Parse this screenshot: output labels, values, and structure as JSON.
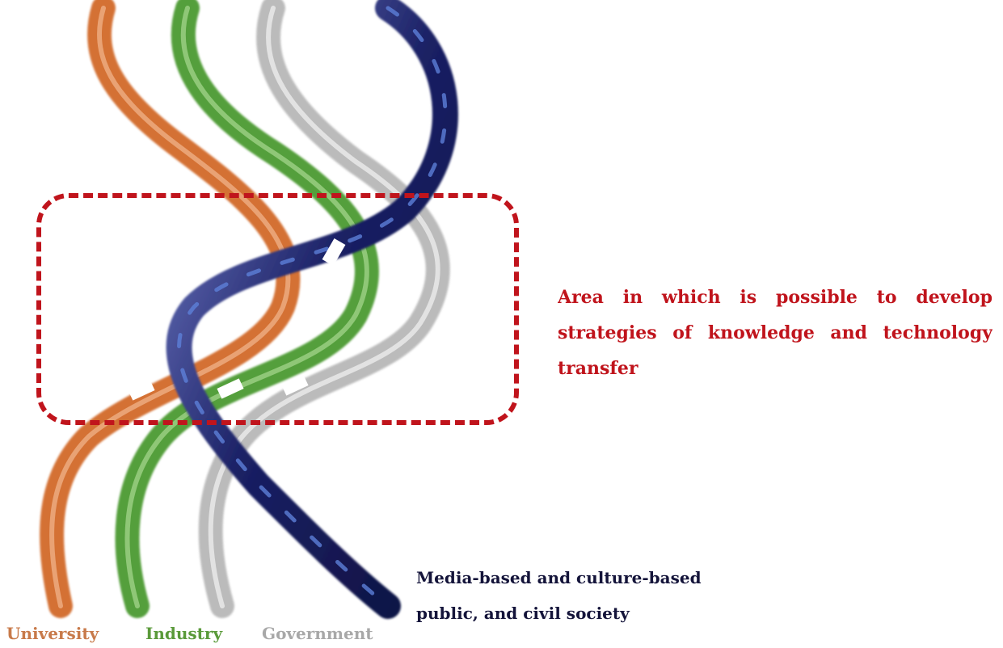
{
  "helices": [
    {
      "name": "University",
      "color": "#d26a2c"
    },
    {
      "name": "Industry",
      "color": "#4b9a30"
    },
    {
      "name": "Government",
      "color": "#b4b4b4"
    },
    {
      "name": "",
      "color": "#1a2064"
    }
  ],
  "highlight": {
    "text": "Area in which is possible to develop strategies of knowledge and technology transfer",
    "color": "#c0141c"
  },
  "society": {
    "text": "Media-based and culture-based public, and civil society",
    "color": "#14143a"
  }
}
